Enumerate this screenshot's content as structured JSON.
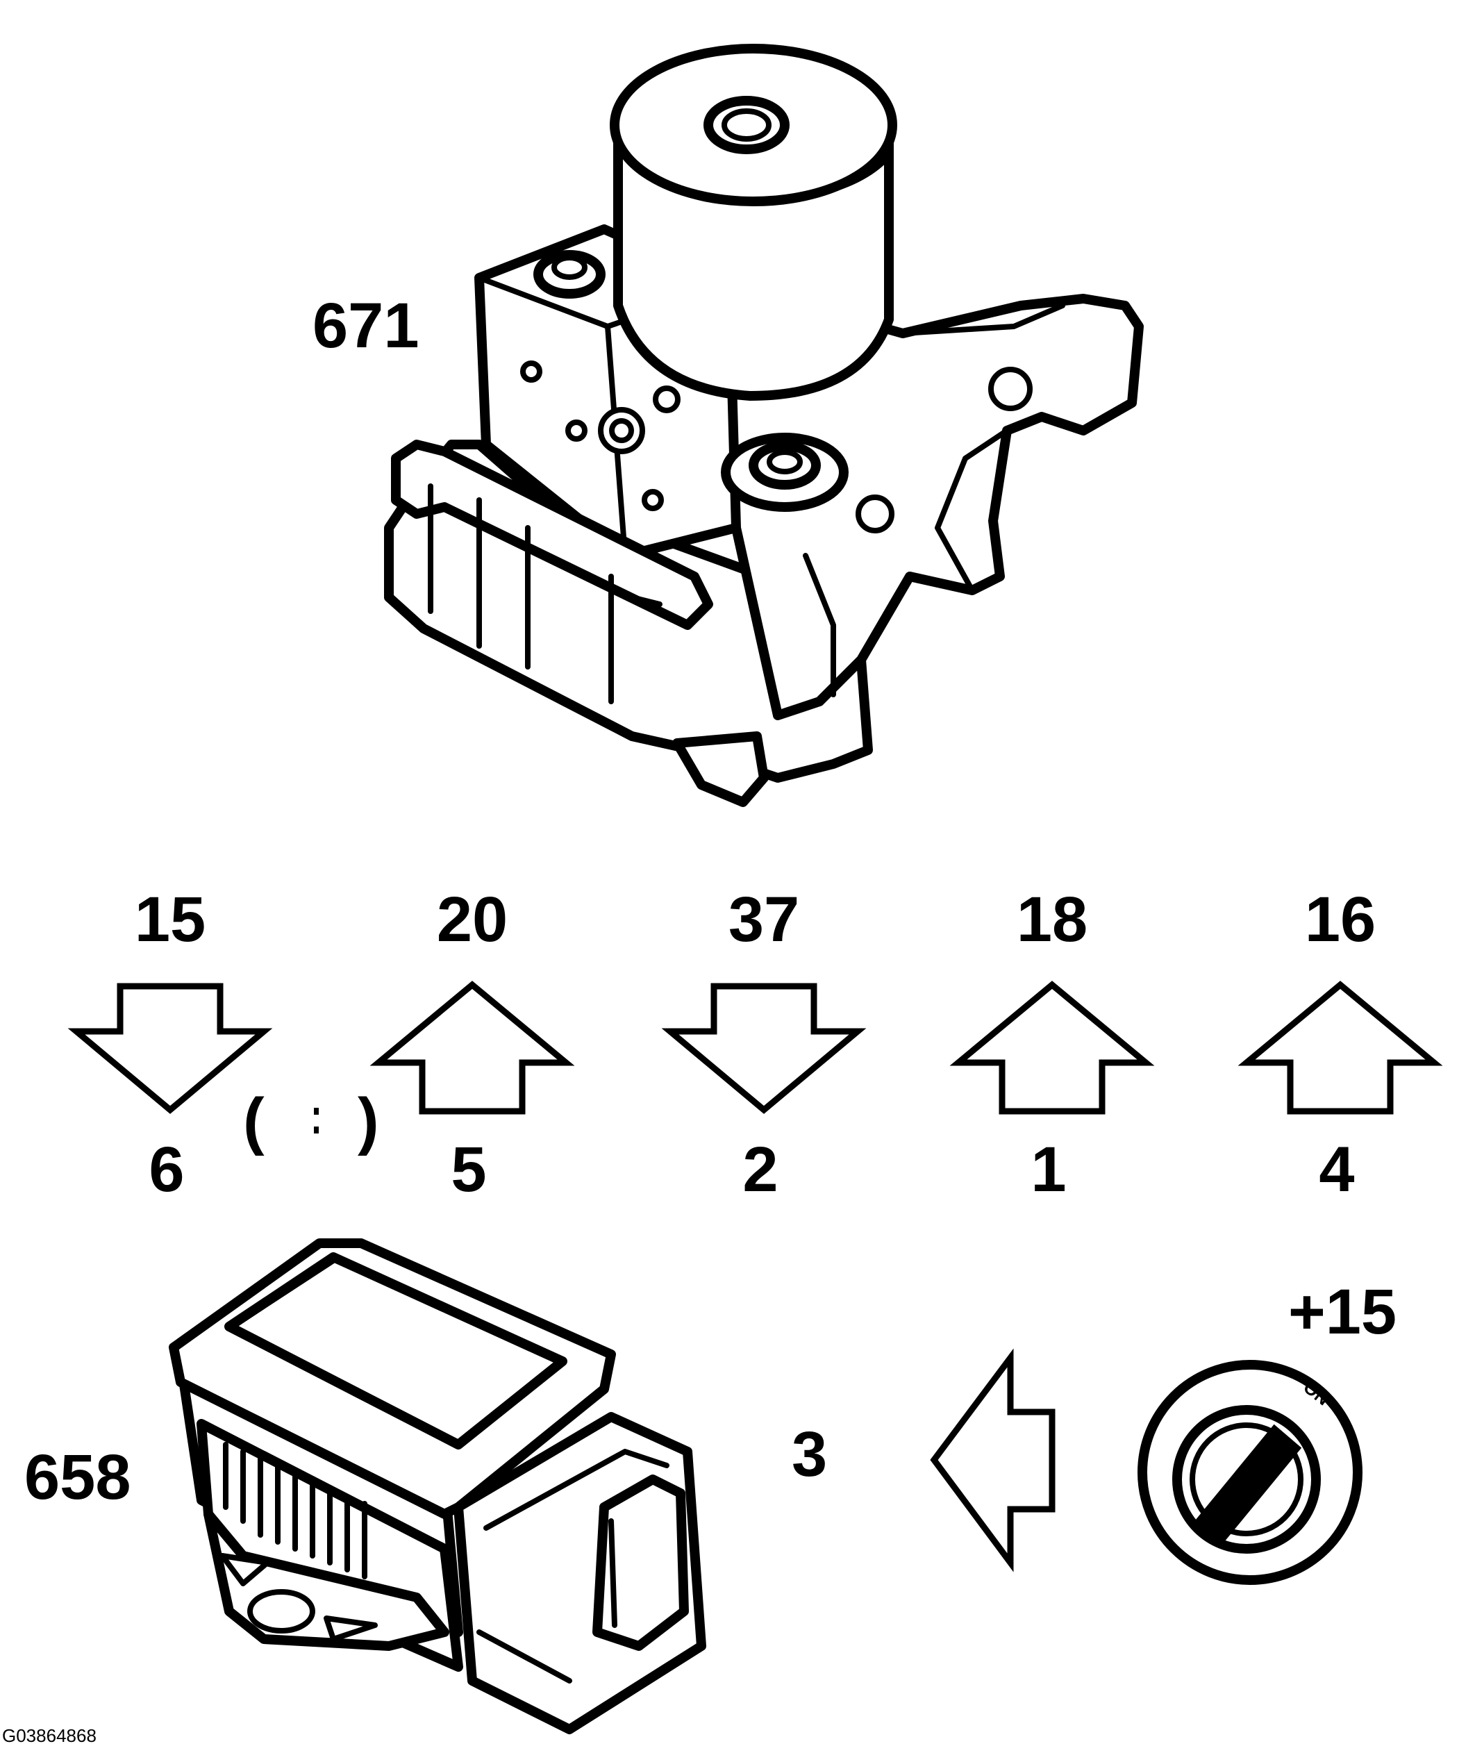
{
  "components": {
    "hydraulic_unit_label": "671",
    "yaw_sensor_label": "658",
    "ignition_label": "+15",
    "ignition_on_text": "ON"
  },
  "signals": [
    {
      "top": "15",
      "bottom": "6",
      "direction": "down"
    },
    {
      "top": "20",
      "bottom": "5",
      "direction": "up"
    },
    {
      "top": "37",
      "bottom": "2",
      "direction": "down"
    },
    {
      "top": "18",
      "bottom": "1",
      "direction": "up"
    },
    {
      "top": "16",
      "bottom": "4",
      "direction": "up"
    }
  ],
  "power_feed": {
    "label": "3",
    "direction": "left"
  },
  "figure_code": "G03864868",
  "paren_open": "(",
  "paren_close": ")"
}
